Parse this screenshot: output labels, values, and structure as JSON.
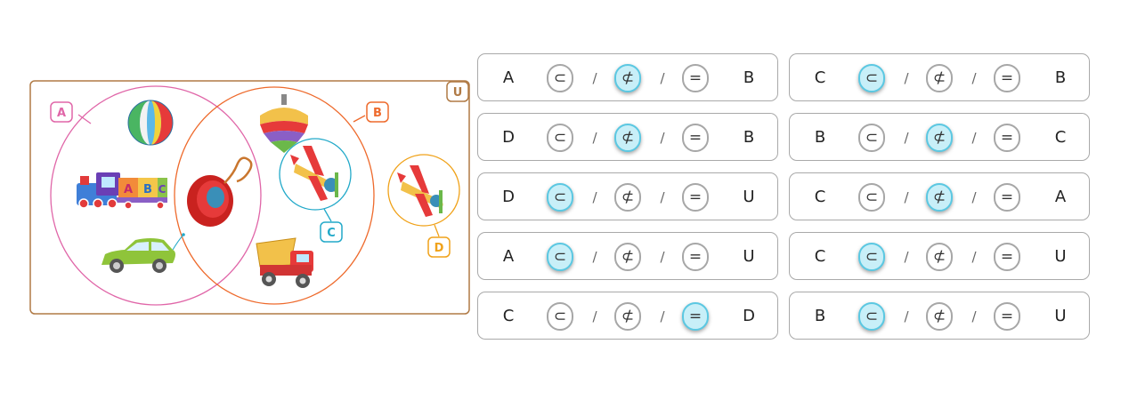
{
  "venn": {
    "universe_label": "U",
    "set_a_label": "A",
    "set_b_label": "B",
    "set_c_label": "C",
    "set_d_label": "D",
    "colors": {
      "universe": "#b07a45",
      "a": "#e066a8",
      "b": "#ee6a2c",
      "c": "#22a9c9",
      "d": "#f0a21a"
    }
  },
  "options": {
    "subset": "⊂",
    "not_subset": "⊄",
    "equal": "=",
    "separator": "/"
  },
  "rows": [
    {
      "left": "A",
      "right": "B",
      "selected": "not_subset"
    },
    {
      "left": "C",
      "right": "B",
      "selected": "subset"
    },
    {
      "left": "D",
      "right": "B",
      "selected": "not_subset"
    },
    {
      "left": "B",
      "right": "C",
      "selected": "not_subset"
    },
    {
      "left": "D",
      "right": "U",
      "selected": "subset"
    },
    {
      "left": "C",
      "right": "A",
      "selected": "not_subset"
    },
    {
      "left": "A",
      "right": "U",
      "selected": "subset"
    },
    {
      "left": "C",
      "right": "U",
      "selected": "subset"
    },
    {
      "left": "C",
      "right": "D",
      "selected": "equal"
    },
    {
      "left": "B",
      "right": "U",
      "selected": "subset"
    }
  ]
}
